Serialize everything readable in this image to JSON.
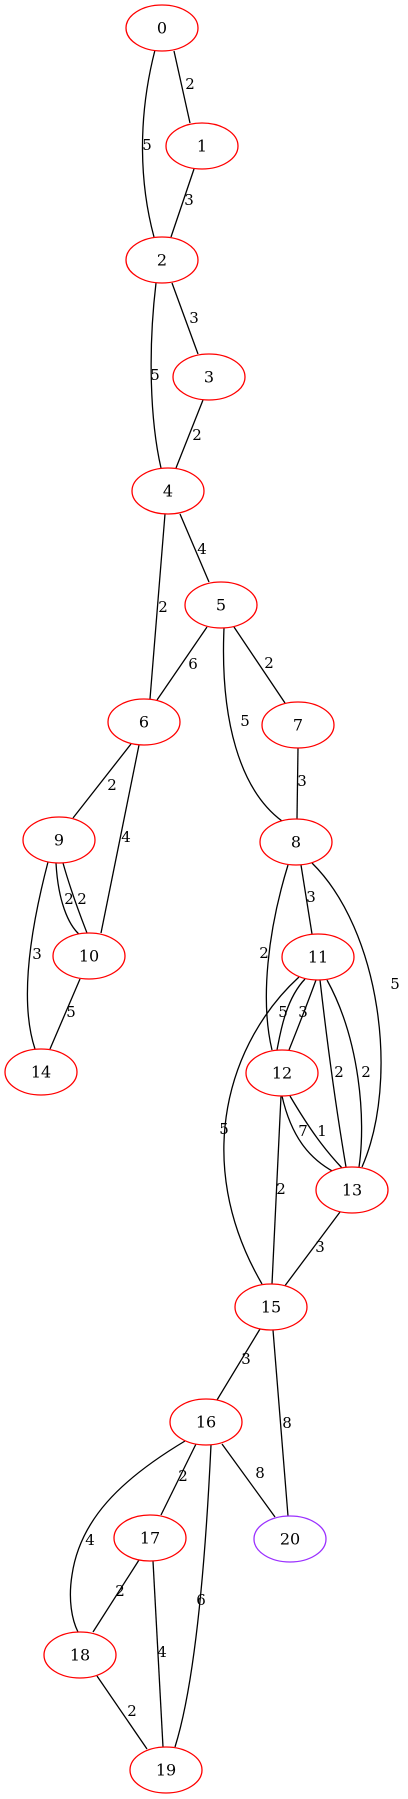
{
  "colors": {
    "node_stroke_default": "#ff0000",
    "node_stroke_highlight": "#9b30ff",
    "edge": "#000000",
    "background": "#ffffff"
  },
  "nodes": [
    {
      "id": "0",
      "label": "0"
    },
    {
      "id": "1",
      "label": "1"
    },
    {
      "id": "2",
      "label": "2"
    },
    {
      "id": "3",
      "label": "3"
    },
    {
      "id": "4",
      "label": "4"
    },
    {
      "id": "5",
      "label": "5"
    },
    {
      "id": "6",
      "label": "6"
    },
    {
      "id": "7",
      "label": "7"
    },
    {
      "id": "8",
      "label": "8"
    },
    {
      "id": "9",
      "label": "9"
    },
    {
      "id": "10",
      "label": "10"
    },
    {
      "id": "11",
      "label": "11"
    },
    {
      "id": "12",
      "label": "12"
    },
    {
      "id": "13",
      "label": "13"
    },
    {
      "id": "14",
      "label": "14"
    },
    {
      "id": "15",
      "label": "15"
    },
    {
      "id": "16",
      "label": "16"
    },
    {
      "id": "17",
      "label": "17"
    },
    {
      "id": "18",
      "label": "18"
    },
    {
      "id": "19",
      "label": "19"
    },
    {
      "id": "20",
      "label": "20",
      "highlight": true
    }
  ],
  "edges": [
    {
      "id": "e0_1",
      "source": "0",
      "target": "1",
      "weight": "2"
    },
    {
      "id": "e0_2",
      "source": "0",
      "target": "2",
      "weight": "5"
    },
    {
      "id": "e1_2",
      "source": "1",
      "target": "2",
      "weight": "3"
    },
    {
      "id": "e2_3",
      "source": "2",
      "target": "3",
      "weight": "3"
    },
    {
      "id": "e2_4",
      "source": "2",
      "target": "4",
      "weight": "5"
    },
    {
      "id": "e3_4",
      "source": "3",
      "target": "4",
      "weight": "2"
    },
    {
      "id": "e4_5",
      "source": "4",
      "target": "5",
      "weight": "4"
    },
    {
      "id": "e4_6",
      "source": "4",
      "target": "6",
      "weight": "2"
    },
    {
      "id": "e5_6",
      "source": "5",
      "target": "6",
      "weight": "6"
    },
    {
      "id": "e5_7",
      "source": "5",
      "target": "7",
      "weight": "2"
    },
    {
      "id": "e5_8",
      "source": "5",
      "target": "8",
      "weight": "5"
    },
    {
      "id": "e6_9",
      "source": "6",
      "target": "9",
      "weight": "2"
    },
    {
      "id": "e6_10",
      "source": "6",
      "target": "10",
      "weight": "4"
    },
    {
      "id": "e7_8",
      "source": "7",
      "target": "8",
      "weight": "3"
    },
    {
      "id": "e8_11",
      "source": "8",
      "target": "11",
      "weight": "3"
    },
    {
      "id": "e8_12",
      "source": "8",
      "target": "12",
      "weight": "2"
    },
    {
      "id": "e8_13",
      "source": "8",
      "target": "13",
      "weight": "5"
    },
    {
      "id": "e9_10a",
      "source": "9",
      "target": "10",
      "weight": "2"
    },
    {
      "id": "e9_10b",
      "source": "9",
      "target": "10",
      "weight": "2"
    },
    {
      "id": "e9_14",
      "source": "9",
      "target": "14",
      "weight": "3"
    },
    {
      "id": "e10_14",
      "source": "10",
      "target": "14",
      "weight": "5"
    },
    {
      "id": "e11_12a",
      "source": "11",
      "target": "12",
      "weight": "5"
    },
    {
      "id": "e11_12b",
      "source": "11",
      "target": "12",
      "weight": "3"
    },
    {
      "id": "e11_13a",
      "source": "11",
      "target": "13",
      "weight": "2"
    },
    {
      "id": "e11_13b",
      "source": "11",
      "target": "13",
      "weight": "2"
    },
    {
      "id": "e11_15",
      "source": "11",
      "target": "15",
      "weight": "5"
    },
    {
      "id": "e12_13a",
      "source": "12",
      "target": "13",
      "weight": "7"
    },
    {
      "id": "e12_13b",
      "source": "12",
      "target": "13",
      "weight": "1"
    },
    {
      "id": "e12_15",
      "source": "12",
      "target": "15",
      "weight": "2"
    },
    {
      "id": "e13_15",
      "source": "13",
      "target": "15",
      "weight": "3"
    },
    {
      "id": "e15_16",
      "source": "15",
      "target": "16",
      "weight": "3"
    },
    {
      "id": "e15_20",
      "source": "15",
      "target": "20",
      "weight": "8"
    },
    {
      "id": "e16_17",
      "source": "16",
      "target": "17",
      "weight": "2"
    },
    {
      "id": "e16_18",
      "source": "16",
      "target": "18",
      "weight": "4"
    },
    {
      "id": "e16_19",
      "source": "16",
      "target": "19",
      "weight": "6"
    },
    {
      "id": "e16_20",
      "source": "16",
      "target": "20",
      "weight": "8"
    },
    {
      "id": "e17_18",
      "source": "17",
      "target": "18",
      "weight": "2"
    },
    {
      "id": "e17_19",
      "source": "17",
      "target": "19",
      "weight": "4"
    },
    {
      "id": "e18_19",
      "source": "18",
      "target": "19",
      "weight": "2"
    }
  ]
}
